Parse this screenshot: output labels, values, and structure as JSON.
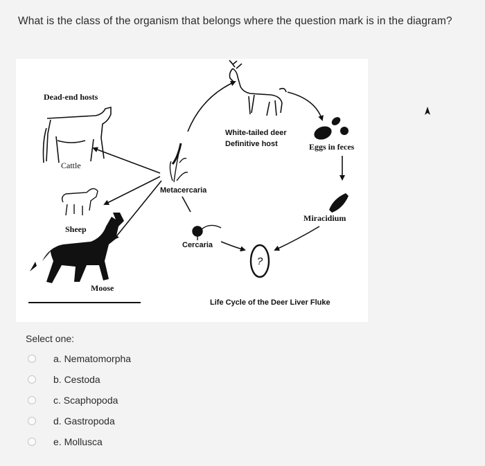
{
  "question": {
    "text": "What is the class of the organism that belongs where the question mark is in the diagram?"
  },
  "diagram": {
    "labels": {
      "dead_end_hosts": "Dead-end hosts",
      "cattle": "Cattle",
      "sheep": "Sheep",
      "moose": "Moose",
      "definitive_host_line1": "White-tailed deer",
      "definitive_host_line2": "Definitive host",
      "eggs": "Eggs in feces",
      "miracidium": "Miracidium",
      "metacercaria": "Metacercaria",
      "cercaria": "Cercaria",
      "question_mark": "?",
      "caption": "Life Cycle of the Deer Liver Fluke"
    }
  },
  "answers": {
    "prompt": "Select one:",
    "options": [
      {
        "label": "a. Nematomorpha"
      },
      {
        "label": "b. Cestoda"
      },
      {
        "label": "c. Scaphopoda"
      },
      {
        "label": "d. Gastropoda"
      },
      {
        "label": "e. Mollusca"
      }
    ]
  }
}
